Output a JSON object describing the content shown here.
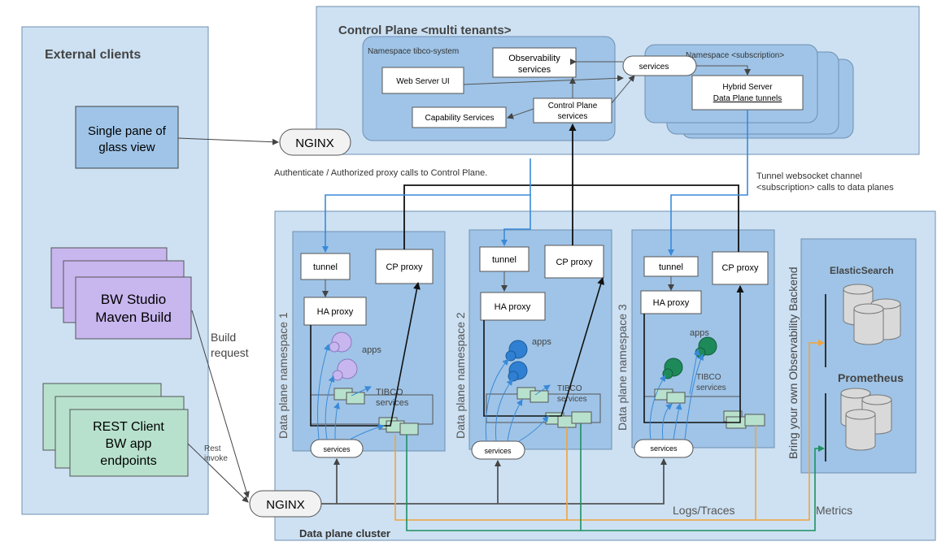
{
  "external_clients": {
    "title": "External  clients",
    "single_pane": [
      "Single pane of",
      "glass view"
    ],
    "bw_studio": [
      "BW Studio",
      "Maven Build"
    ],
    "rest_client": [
      "REST  Client",
      "BW app",
      "endpoints"
    ],
    "build_request": [
      "Build",
      "request"
    ],
    "rest_invoke": [
      "Rest",
      "invoke"
    ]
  },
  "control_plane": {
    "title": "Control Plane <multi tenants>",
    "ns_tibco": "Namespace tibco-system",
    "observability": [
      "Observability",
      "services"
    ],
    "web_server_ui": "Web Server UI",
    "capability_services": "Capability Services",
    "cp_services": [
      "Control Plane",
      "services"
    ],
    "services_pill": "services",
    "ns_subscription": "Namespace <subscription>",
    "hybrid_server": "Hybrid Server",
    "dp_tunnels": "Data Plane tunnels"
  },
  "nginx_top": "NGINX",
  "nginx_bottom": "NGINX",
  "auth_note": "Authenticate / Authorized proxy calls to Control Plane.",
  "tunnel_note": [
    "Tunnel websocket channel",
    "<subscription> calls to data planes"
  ],
  "data_plane": {
    "cluster_label": "Data plane cluster",
    "namespaces": [
      {
        "label": "Data plane namespace 1",
        "tunnel": "tunnel",
        "cp_proxy": "CP proxy",
        "ha_proxy": "HA proxy",
        "apps": "apps",
        "tibco": [
          "TIBCO",
          "services"
        ],
        "services": "services",
        "color": "#c8b6ee"
      },
      {
        "label": "Data plane namespace 2",
        "tunnel": "tunnel",
        "cp_proxy": "CP proxy",
        "ha_proxy": "HA proxy",
        "apps": "apps",
        "tibco": [
          "TIBCO",
          "services"
        ],
        "services": "services",
        "color": "#2f7fd2"
      },
      {
        "label": "Data plane namespace 3",
        "tunnel": "tunnel",
        "cp_proxy": "CP proxy",
        "ha_proxy": "HA proxy",
        "apps": "apps",
        "tibco": [
          "TIBCO",
          "services"
        ],
        "services": "services",
        "color": "#1e8a5a"
      }
    ],
    "logs_traces": "Logs/Traces",
    "metrics": "Metrics"
  },
  "observability_backend": {
    "label": "Bring your own Observability Backend",
    "elastic": "ElasticSearch",
    "prometheus": "Prometheus"
  },
  "colors": {
    "panel": "#cde1f3",
    "box": "#9fc4e7",
    "box_border": "#6f8fb0",
    "white_box": "#ffffff",
    "purple": "#c8b6ee",
    "green": "#b7e1cd",
    "arrow_blue": "#3a8ad8",
    "arrow_orange": "#f2a33a",
    "arrow_green": "#1e9060",
    "arrow_black": "#111111"
  }
}
